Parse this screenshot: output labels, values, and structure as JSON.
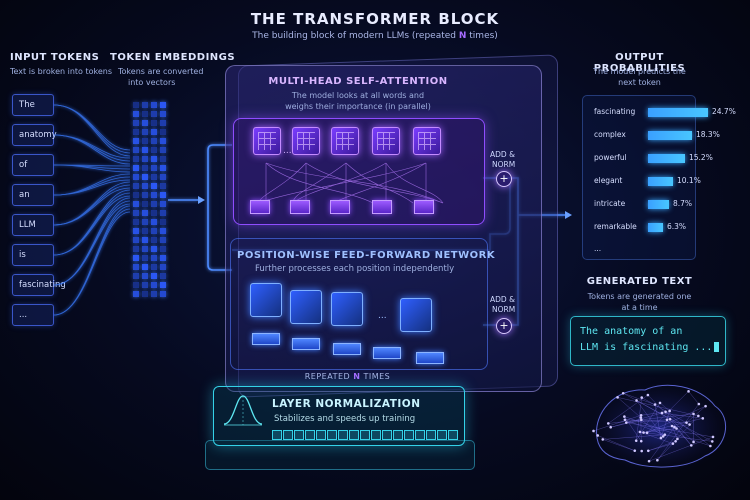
{
  "header": {
    "title": "THE TRANSFORMER BLOCK",
    "subtitle_pre": "The building block of modern LLMs (repeated ",
    "subtitle_n": "N",
    "subtitle_post": " times)"
  },
  "input_tokens": {
    "title": "INPUT TOKENS",
    "description": "Text is broken into tokens",
    "tokens": [
      "The",
      "anatomy",
      "of",
      "an",
      "LLM",
      "is",
      "fascinating",
      "..."
    ]
  },
  "token_embeddings": {
    "title": "TOKEN EMBEDDINGS",
    "description_line1": "Tokens are converted",
    "description_line2": "into vectors"
  },
  "attention": {
    "title": "MULTI-HEAD SELF-ATTENTION",
    "description_line1": "The model looks at all words and",
    "description_line2": "weighs their importance (in parallel)",
    "ellipsis": "...",
    "add_norm_line1": "ADD &",
    "add_norm_line2": "NORM",
    "plus": "+"
  },
  "ffn": {
    "title": "POSITION-WISE FEED-FORWARD NETWORK",
    "description": "Further processes each position independently",
    "ellipsis": "...",
    "add_norm_line1": "ADD &",
    "add_norm_line2": "NORM",
    "plus": "+"
  },
  "repeated": {
    "pre": "REPEATED ",
    "n": "N",
    "post": " TIMES"
  },
  "layer_norm": {
    "title": "LAYER NORMALIZATION",
    "description": "Stabilizes and speeds up training"
  },
  "output": {
    "title": "OUTPUT PROBABILITIES",
    "description_line1": "The model predicts the",
    "description_line2": "next token",
    "items": [
      {
        "token": "fascinating",
        "prob": "24.7%",
        "value": 24.7
      },
      {
        "token": "complex",
        "prob": "18.3%",
        "value": 18.3
      },
      {
        "token": "powerful",
        "prob": "15.2%",
        "value": 15.2
      },
      {
        "token": "elegant",
        "prob": "10.1%",
        "value": 10.1
      },
      {
        "token": "intricate",
        "prob": "8.7%",
        "value": 8.7
      },
      {
        "token": "remarkable",
        "prob": "6.3%",
        "value": 6.3
      }
    ],
    "ellipsis": "..."
  },
  "generated": {
    "title": "GENERATED TEXT",
    "description_line1": "Tokens are generated one",
    "description_line2": "at a time",
    "line1": "The anatomy of an",
    "line2": "LLM is fascinating ..."
  },
  "colors": {
    "attention": "#8f4dff",
    "ffn": "#3f6dff",
    "layer_norm": "#34d2e8",
    "prob_bar": "#3aa0ff",
    "generated_text": "#5ee7f2"
  },
  "icons": [
    "bell-curve-icon",
    "brain-network-icon",
    "arrow-right-icon",
    "plus-circle-icon"
  ]
}
